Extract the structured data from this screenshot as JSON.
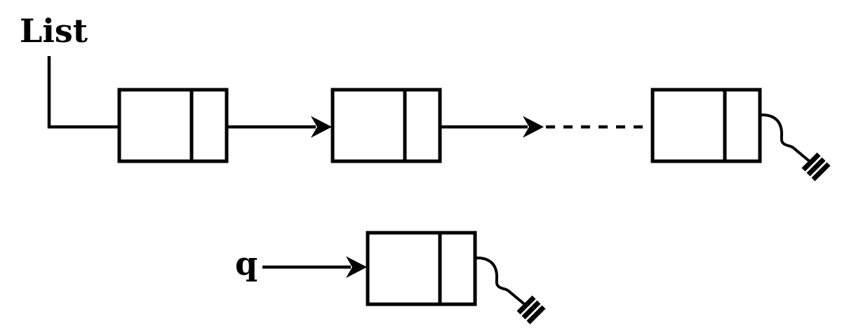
{
  "figure": {
    "background_color": "#ffffff",
    "ink_color": "#000000"
  },
  "labels": {
    "list_pointer": "List",
    "q_pointer": "q"
  },
  "structure": {
    "type": "singly-linked-list",
    "rows": [
      {
        "pointer_label": "List",
        "visible_nodes": 3,
        "node_fields": [
          "data",
          "next"
        ],
        "elided_middle_dashed_link": true,
        "terminator": "ground-null"
      },
      {
        "pointer_label": "q",
        "visible_nodes": 1,
        "node_fields": [
          "data",
          "next"
        ],
        "terminator": "ground-null"
      }
    ]
  }
}
